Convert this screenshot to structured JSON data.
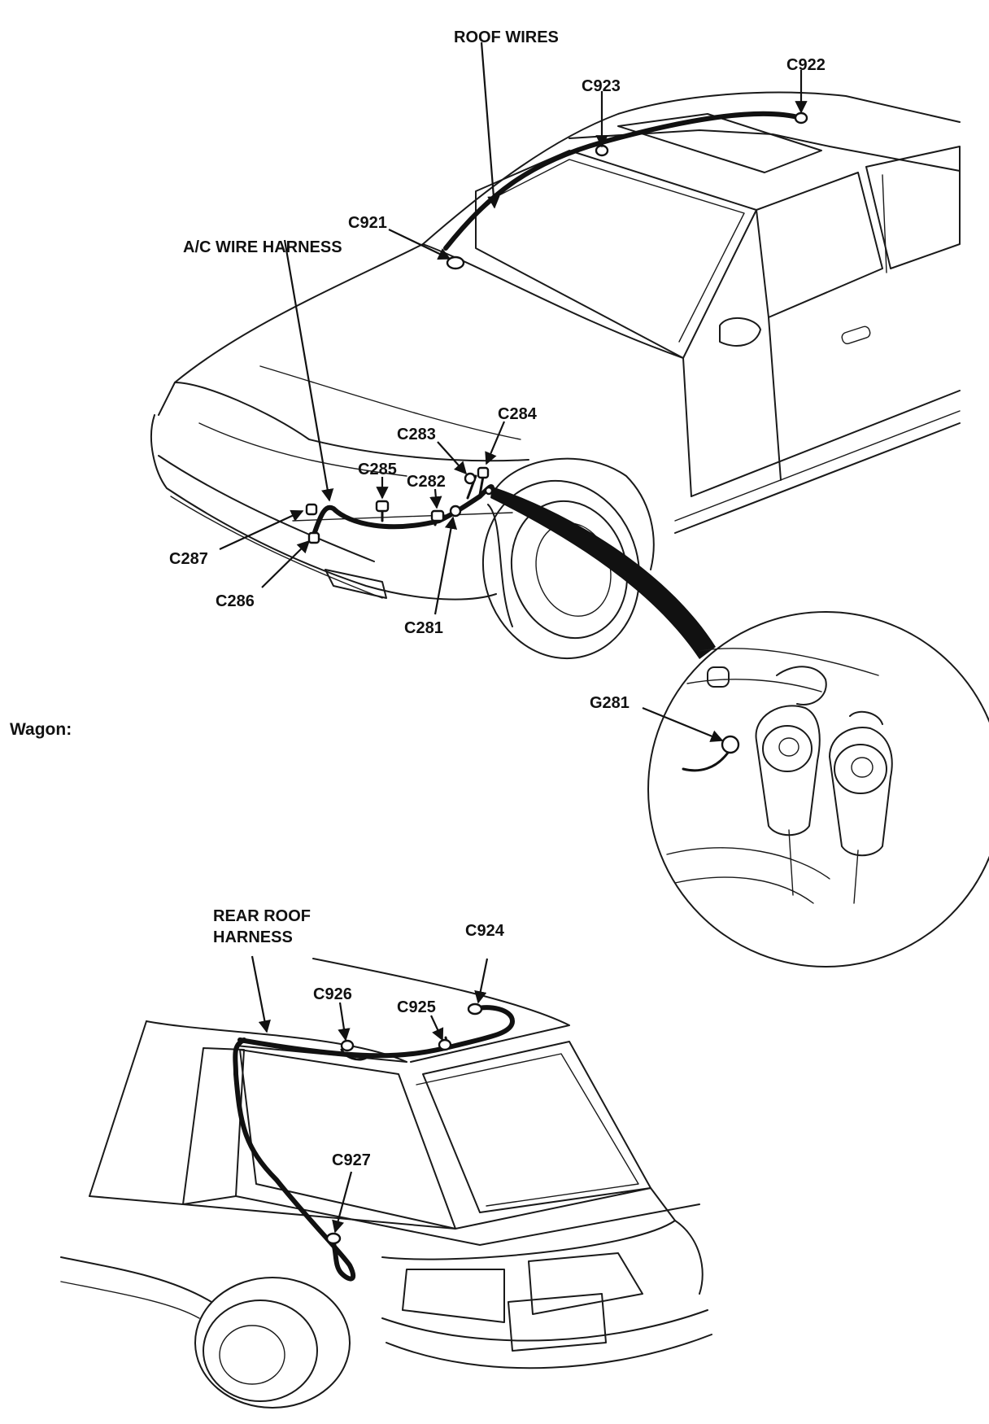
{
  "labels": {
    "roof_wires": "ROOF WIRES",
    "c922": "C922",
    "c923": "C923",
    "c921": "C921",
    "ac_wire_harness": "A/C WIRE HARNESS",
    "c283": "C283",
    "c284": "C284",
    "c285": "C285",
    "c282": "C282",
    "c287": "C287",
    "c286": "C286",
    "c281": "C281",
    "g281": "G281",
    "rear_roof_harness_line1": "REAR ROOF",
    "rear_roof_harness_line2": "HARNESS",
    "c924": "C924",
    "c926": "C926",
    "c925": "C925",
    "c927": "C927"
  },
  "sections": {
    "wagon": "Wagon:"
  },
  "colors": {
    "ink": "#111111",
    "paper": "#ffffff"
  }
}
